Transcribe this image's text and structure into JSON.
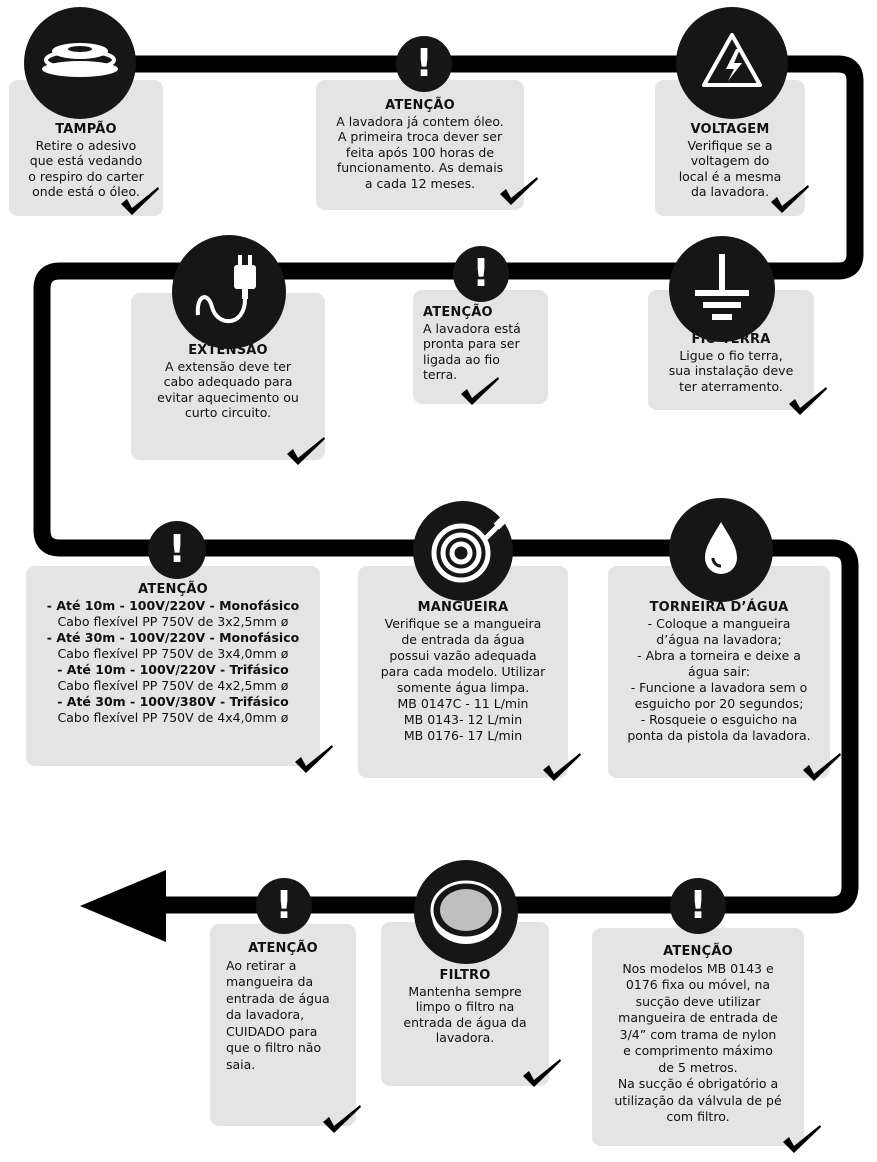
{
  "colors": {
    "track": "#000000",
    "card": "#e4e4e4",
    "badge": "#161616",
    "text": "#111111"
  },
  "steps": {
    "tampao": {
      "icon": "lid-icon",
      "title": "TAMPÃO",
      "lines": [
        "Retire o adesivo",
        "que está vedando",
        "o respiro do carter",
        "onde está o óleo."
      ]
    },
    "atencao_oleo": {
      "icon": "exclamation-icon",
      "badge": "!",
      "title": "ATENÇÃO",
      "lines": [
        "A lavadora já contem óleo.",
        "A primeira troca dever ser",
        "feita após 100 horas de",
        "funcionamento. As demais",
        "a cada 12 meses."
      ]
    },
    "voltagem": {
      "icon": "high-voltage-icon",
      "title": "VOLTAGEM",
      "lines": [
        "Verifique se a",
        "voltagem do",
        "local é a mesma",
        "da lavadora."
      ]
    },
    "extensao": {
      "icon": "plug-icon",
      "title": "EXTENSÃO",
      "lines": [
        "A extensão deve ter",
        "cabo adequado para",
        "evitar aquecimento ou",
        "curto circuito."
      ]
    },
    "atencao_terra": {
      "icon": "exclamation-icon",
      "badge": "!",
      "title": "ATENÇÃO",
      "lines": [
        "A lavadora está",
        "pronta para ser",
        "ligada ao fio",
        "terra."
      ]
    },
    "fio_terra": {
      "icon": "ground-icon",
      "title": "FIO TERRA",
      "lines": [
        "Ligue o fio terra,",
        "sua instalação deve",
        "ter aterramento."
      ]
    },
    "atencao_cabos": {
      "icon": "exclamation-icon",
      "badge": "!",
      "title": "ATENÇÃO",
      "lines": [
        "- Até 10m - 100V/220V - Monofásico",
        "Cabo flexível PP 750V de 3x2,5mm ø",
        "- Até 30m - 100V/220V - Monofásico",
        "Cabo flexível PP 750V de 3x4,0mm ø",
        "- Até 10m - 100V/220V - Trifásico",
        "Cabo flexível PP 750V de 4x2,5mm ø",
        "- Até 30m - 100V/380V - Trifásico",
        "Cabo flexível PP 750V de 4x4,0mm ø"
      ]
    },
    "mangueira": {
      "icon": "hose-icon",
      "title": "MANGUEIRA",
      "lines": [
        "Verifique se a mangueira",
        "de entrada da água",
        "possui vazão adequada",
        "para cada modelo. Utilizar",
        "somente água limpa.",
        "MB 0147C - 11 L/min",
        "MB 0143- 12 L/min",
        "MB 0176- 17 L/min"
      ]
    },
    "torneira": {
      "icon": "water-drop-icon",
      "title": "TORNEIRA D’ÁGUA",
      "lines": [
        "- Coloque a mangueira",
        "d’água na lavadora;",
        "- Abra a torneira e deixe a",
        "água sair:",
        "- Funcione a lavadora sem o",
        "esguicho por 20 segundos;",
        "- Rosqueie o esguicho na",
        "ponta da pistola da lavadora."
      ]
    },
    "atencao_filtro": {
      "icon": "exclamation-icon",
      "badge": "!",
      "title": "ATENÇÃO",
      "lines": [
        "Ao retirar a",
        "mangueira da",
        "entrada de água",
        "da lavadora,",
        "CUIDADO para",
        "que o filtro não",
        "saia."
      ]
    },
    "filtro": {
      "icon": "filter-icon",
      "title": "FILTRO",
      "lines": [
        "Mantenha sempre",
        "limpo o filtro na",
        "entrada de água da",
        "lavadora."
      ]
    },
    "atencao_succao": {
      "icon": "exclamation-icon",
      "badge": "!",
      "title": "ATENÇÃO",
      "lines": [
        "Nos modelos MB 0143 e",
        "0176 fixa ou móvel, na",
        "sucção deve utilizar",
        "mangueira de entrada de",
        "3/4” com trama  de nylon",
        "e comprimento máximo",
        "de 5 metros.",
        "Na sucção é obrigatório a",
        "utilização da válvula de pé",
        "com filtro."
      ]
    }
  }
}
